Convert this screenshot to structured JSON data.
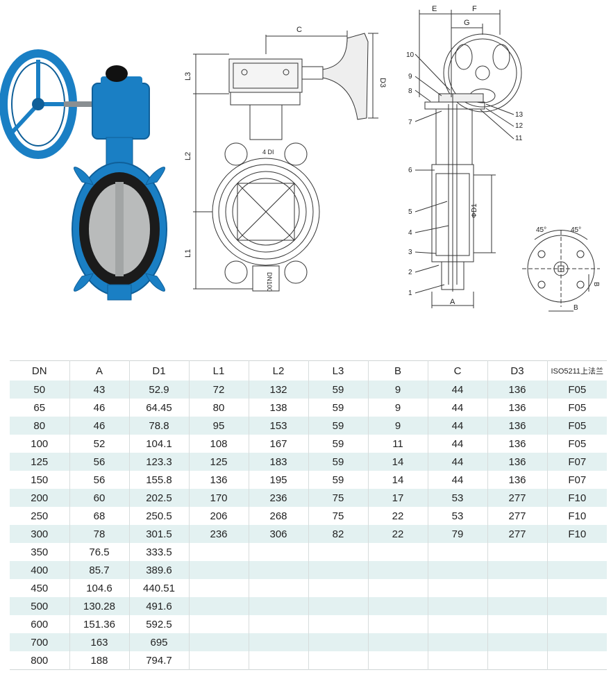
{
  "drawing_labels": {
    "front": {
      "C": "C",
      "L3": "L3",
      "L2": "L2",
      "L1": "L1",
      "D3": "D3",
      "stamp_top": "4\nDI",
      "stamp_bottom": "DN100"
    },
    "side": {
      "E": "E",
      "F": "F",
      "G": "G",
      "A": "A",
      "D1": "ΦD1",
      "parts": [
        "1",
        "2",
        "3",
        "4",
        "5",
        "6",
        "7",
        "8",
        "9",
        "10",
        "11",
        "12",
        "13"
      ]
    },
    "flange": {
      "angle1": "45°",
      "angle2": "45°",
      "B1": "B",
      "B2": "B"
    }
  },
  "table": {
    "headers": [
      "DN",
      "A",
      "D1",
      "L1",
      "L2",
      "L3",
      "B",
      "C",
      "D3",
      "ISO5211上法兰"
    ],
    "rows": [
      [
        "50",
        "43",
        "52.9",
        "72",
        "132",
        "59",
        "9",
        "44",
        "136",
        "F05"
      ],
      [
        "65",
        "46",
        "64.45",
        "80",
        "138",
        "59",
        "9",
        "44",
        "136",
        "F05"
      ],
      [
        "80",
        "46",
        "78.8",
        "95",
        "153",
        "59",
        "9",
        "44",
        "136",
        "F05"
      ],
      [
        "100",
        "52",
        "104.1",
        "108",
        "167",
        "59",
        "11",
        "44",
        "136",
        "F05"
      ],
      [
        "125",
        "56",
        "123.3",
        "125",
        "183",
        "59",
        "14",
        "44",
        "136",
        "F07"
      ],
      [
        "150",
        "56",
        "155.8",
        "136",
        "195",
        "59",
        "14",
        "44",
        "136",
        "F07"
      ],
      [
        "200",
        "60",
        "202.5",
        "170",
        "236",
        "75",
        "17",
        "53",
        "277",
        "F10"
      ],
      [
        "250",
        "68",
        "250.5",
        "206",
        "268",
        "75",
        "22",
        "53",
        "277",
        "F10"
      ],
      [
        "300",
        "78",
        "301.5",
        "236",
        "306",
        "82",
        "22",
        "79",
        "277",
        "F10"
      ],
      [
        "350",
        "76.5",
        "333.5",
        "",
        "",
        "",
        "",
        "",
        "",
        ""
      ],
      [
        "400",
        "85.7",
        "389.6",
        "",
        "",
        "",
        "",
        "",
        "",
        ""
      ],
      [
        "450",
        "104.6",
        "440.51",
        "",
        "",
        "",
        "",
        "",
        "",
        ""
      ],
      [
        "500",
        "130.28",
        "491.6",
        "",
        "",
        "",
        "",
        "",
        "",
        ""
      ],
      [
        "600",
        "151.36",
        "592.5",
        "",
        "",
        "",
        "",
        "",
        "",
        ""
      ],
      [
        "700",
        "163",
        "695",
        "",
        "",
        "",
        "",
        "",
        "",
        ""
      ],
      [
        "800",
        "188",
        "794.7",
        "",
        "",
        "",
        "",
        "",
        "",
        ""
      ]
    ]
  },
  "colors": {
    "valve_blue": "#1a7fc4",
    "valve_dark": "#0f5f99",
    "liner": "#1b1b1b",
    "disc": "#b9bbbb",
    "row_tint": "#e3f1f1"
  }
}
